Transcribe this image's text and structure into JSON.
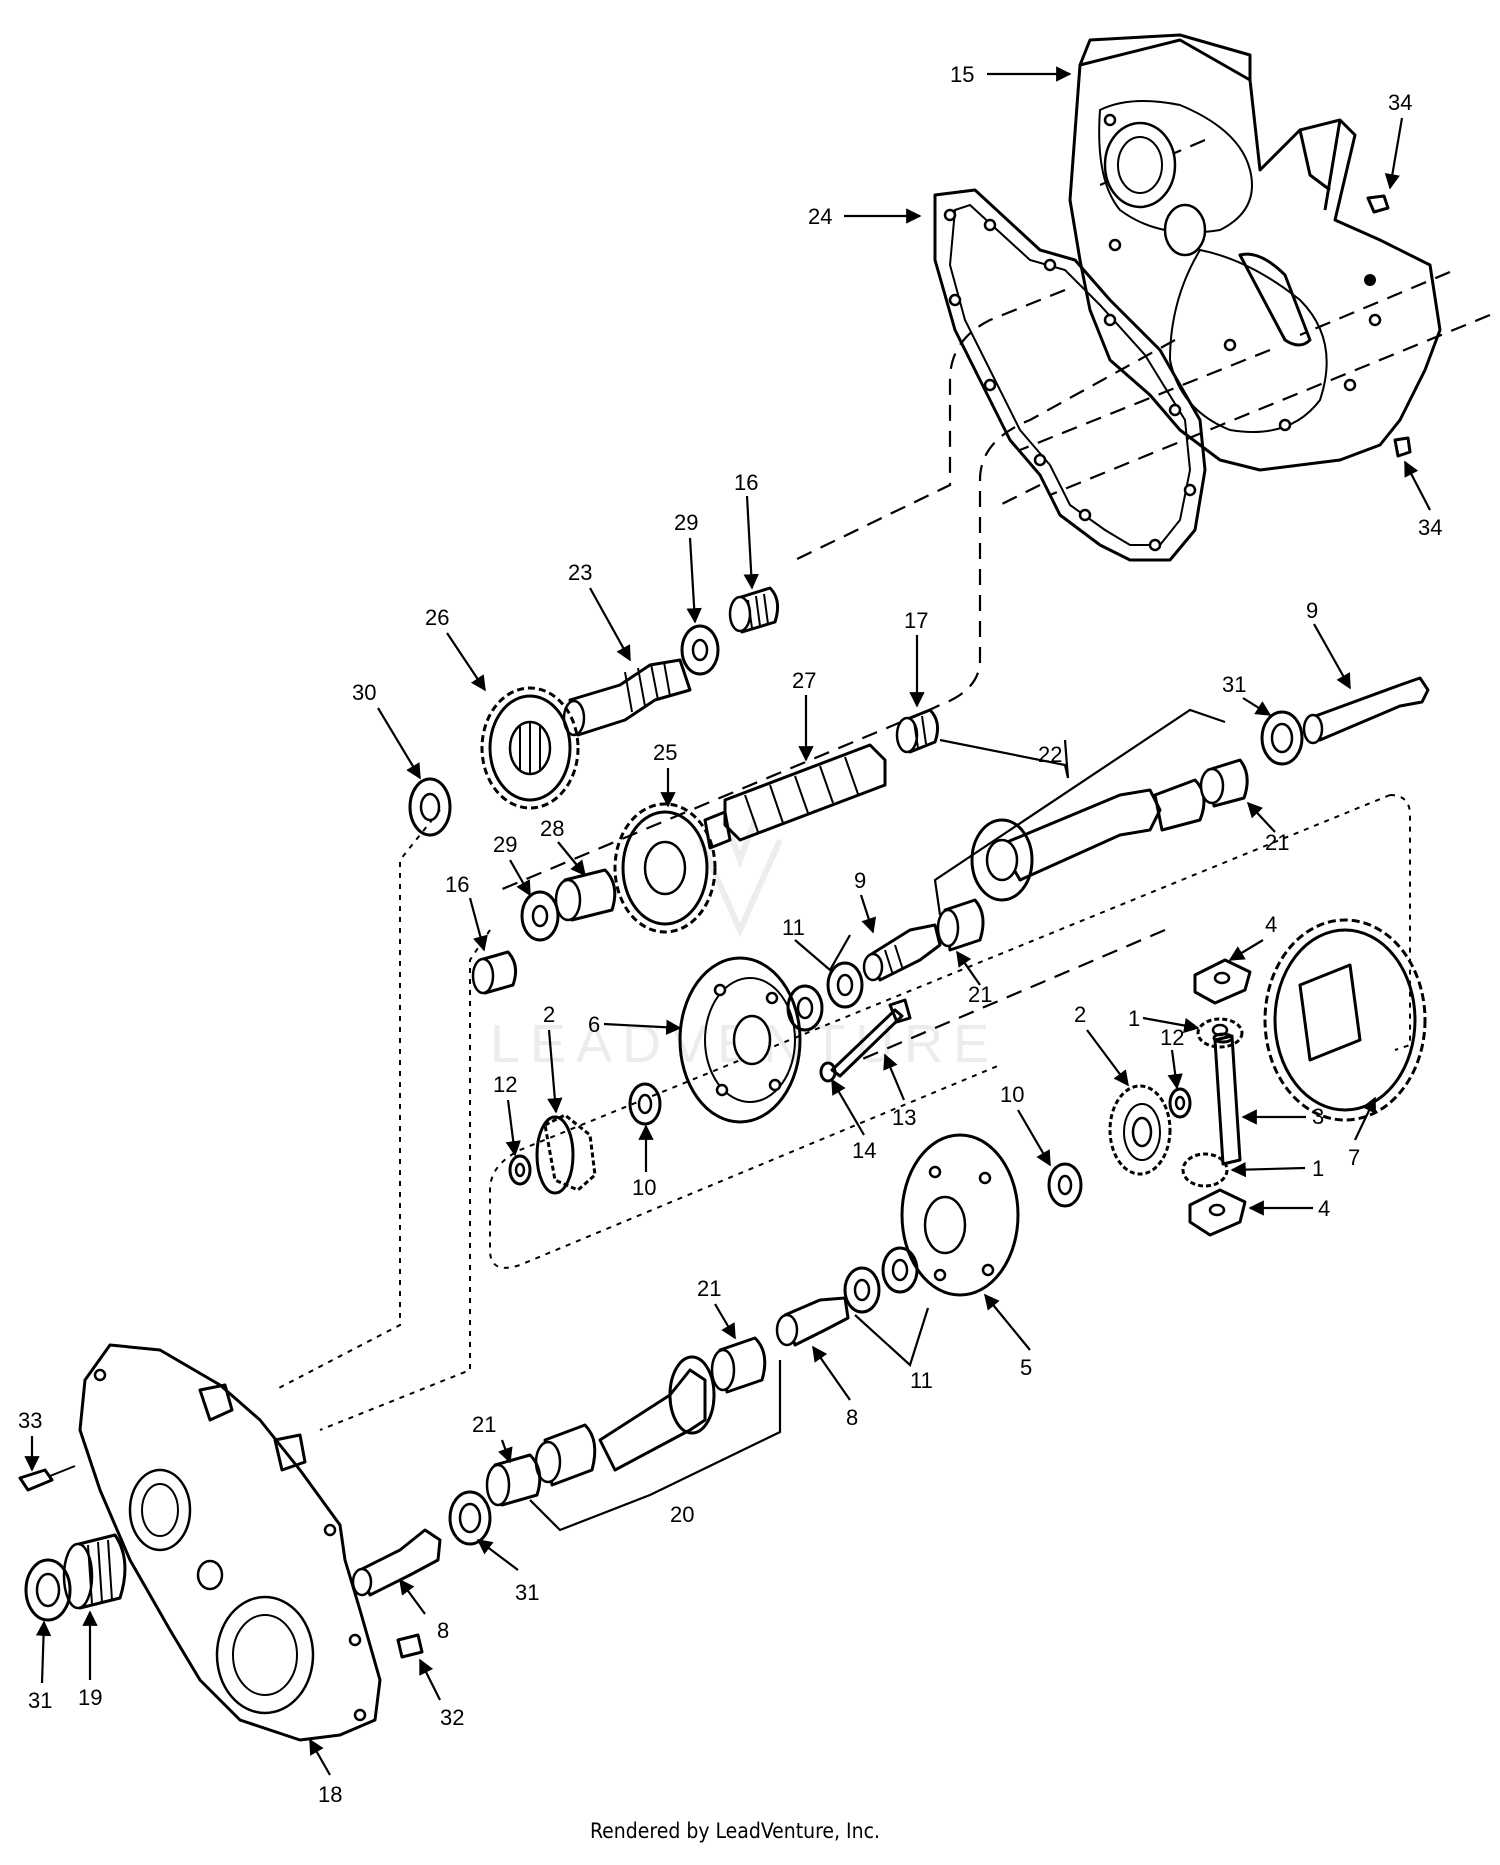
{
  "callouts": [
    {
      "id": "c15",
      "text": "15"
    },
    {
      "id": "c34a",
      "text": "34"
    },
    {
      "id": "c24",
      "text": "24"
    },
    {
      "id": "c34b",
      "text": "34"
    },
    {
      "id": "c16a",
      "text": "16"
    },
    {
      "id": "c29a",
      "text": "29"
    },
    {
      "id": "c23",
      "text": "23"
    },
    {
      "id": "c17",
      "text": "17"
    },
    {
      "id": "c9a",
      "text": "9"
    },
    {
      "id": "c26",
      "text": "26"
    },
    {
      "id": "c27",
      "text": "27"
    },
    {
      "id": "c31a",
      "text": "31"
    },
    {
      "id": "c30",
      "text": "30"
    },
    {
      "id": "c22",
      "text": "22"
    },
    {
      "id": "c25",
      "text": "25"
    },
    {
      "id": "c21a",
      "text": "21"
    },
    {
      "id": "c29b",
      "text": "29"
    },
    {
      "id": "c28",
      "text": "28"
    },
    {
      "id": "c16b",
      "text": "16"
    },
    {
      "id": "c9b",
      "text": "9"
    },
    {
      "id": "c11a",
      "text": "11"
    },
    {
      "id": "c4a",
      "text": "4"
    },
    {
      "id": "c21b",
      "text": "21"
    },
    {
      "id": "c1a",
      "text": "1"
    },
    {
      "id": "c2a",
      "text": "2"
    },
    {
      "id": "c6",
      "text": "6"
    },
    {
      "id": "c12a",
      "text": "12"
    },
    {
      "id": "c2b",
      "text": "2"
    },
    {
      "id": "c12b",
      "text": "12"
    },
    {
      "id": "c13",
      "text": "13"
    },
    {
      "id": "c14",
      "text": "14"
    },
    {
      "id": "c10a",
      "text": "10"
    },
    {
      "id": "c3",
      "text": "3"
    },
    {
      "id": "c10b",
      "text": "10"
    },
    {
      "id": "c1b",
      "text": "1"
    },
    {
      "id": "c7",
      "text": "7"
    },
    {
      "id": "c4b",
      "text": "4"
    },
    {
      "id": "c21c",
      "text": "21"
    },
    {
      "id": "c11b",
      "text": "11"
    },
    {
      "id": "c5",
      "text": "5"
    },
    {
      "id": "c8a",
      "text": "8"
    },
    {
      "id": "c33",
      "text": "33"
    },
    {
      "id": "c21d",
      "text": "21"
    },
    {
      "id": "c20",
      "text": "20"
    },
    {
      "id": "c8b",
      "text": "8"
    },
    {
      "id": "c31b",
      "text": "31"
    },
    {
      "id": "c19",
      "text": "19"
    },
    {
      "id": "c31c",
      "text": "31"
    },
    {
      "id": "c32",
      "text": "32"
    },
    {
      "id": "c18",
      "text": "18"
    }
  ],
  "watermark": "LEADVENTURE",
  "footer": "Rendered by LeadVenture, Inc."
}
